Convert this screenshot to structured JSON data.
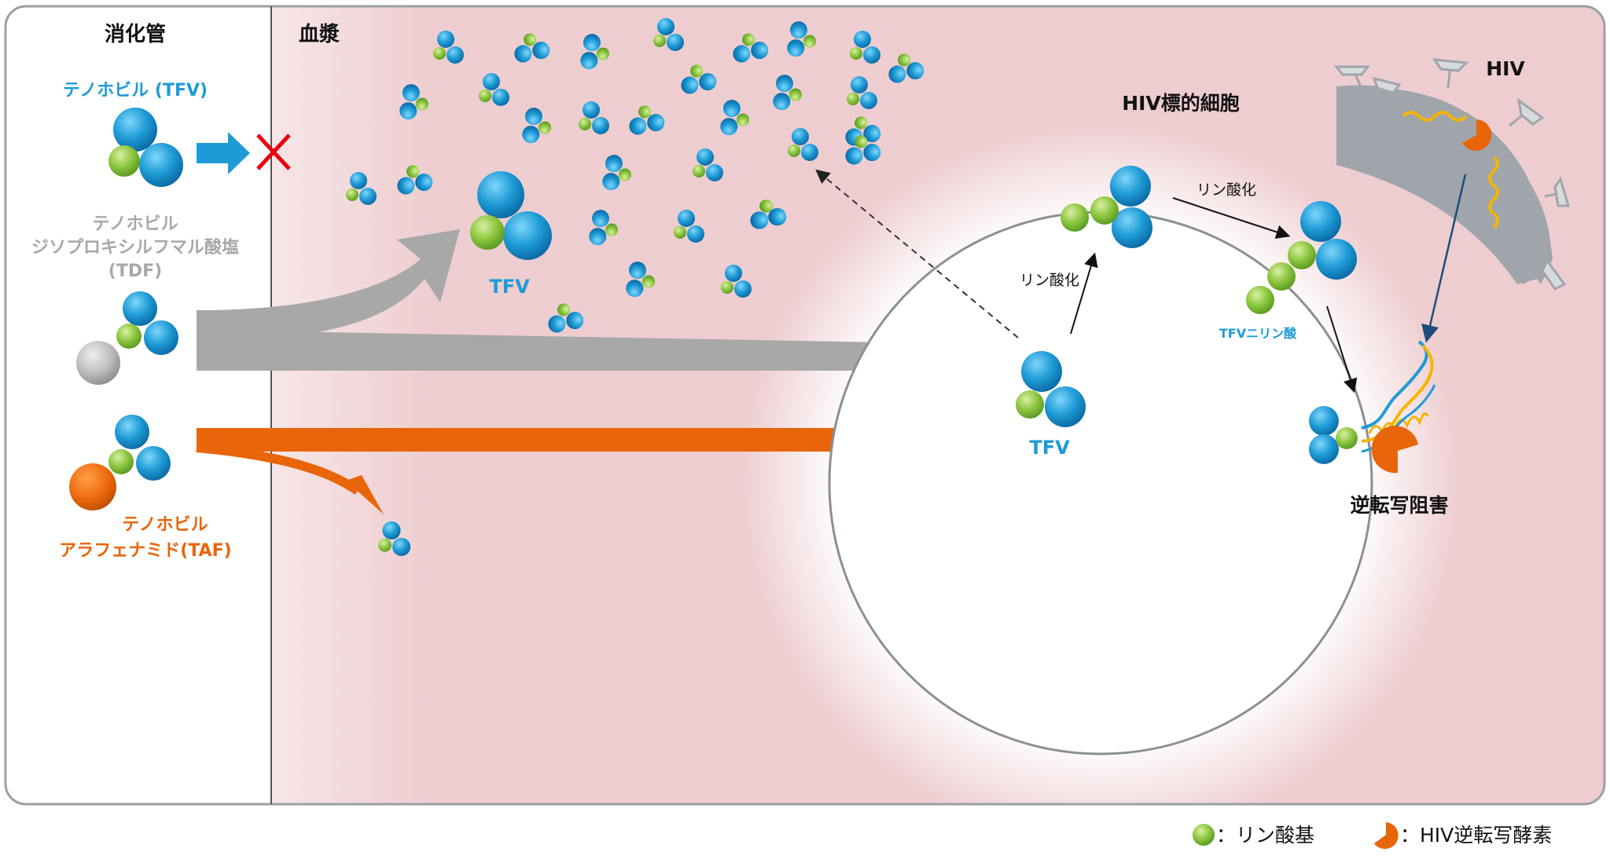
{
  "regions": {
    "gut": "消化管",
    "plasma": "血漿",
    "cell": "HIV標的細胞",
    "virus": "HIV"
  },
  "drugs": {
    "tfv": "テノホビル (TFV)",
    "tdf_line1": "テノホビル",
    "tdf_line2": "ジソプロキシルフマル酸塩",
    "tdf_line3": "(TDF)",
    "taf_line1": "テノホビル",
    "taf_line2": "アラフェナミド(TAF)"
  },
  "molecules": {
    "tfv_plasma": "TFV",
    "tfv_cell": "TFV",
    "tfv_dp": "TFVニリン酸"
  },
  "process": {
    "phosph1": "リン酸化",
    "phosph2": "リン酸化",
    "inhibition": "逆転写阻害"
  },
  "legend": {
    "phosphate": "：リン酸基",
    "rt": "：HIV逆転写酵素"
  },
  "colors": {
    "blue": "#1e9bd6",
    "green": "#8cc63f",
    "gray": "#a8a8a8",
    "orange": "#e8650a",
    "red": "#e60012",
    "plasma_pink": "#eecdd0",
    "virus_gray": "#9fa5ab",
    "helix_yellow": "#f5b400"
  }
}
